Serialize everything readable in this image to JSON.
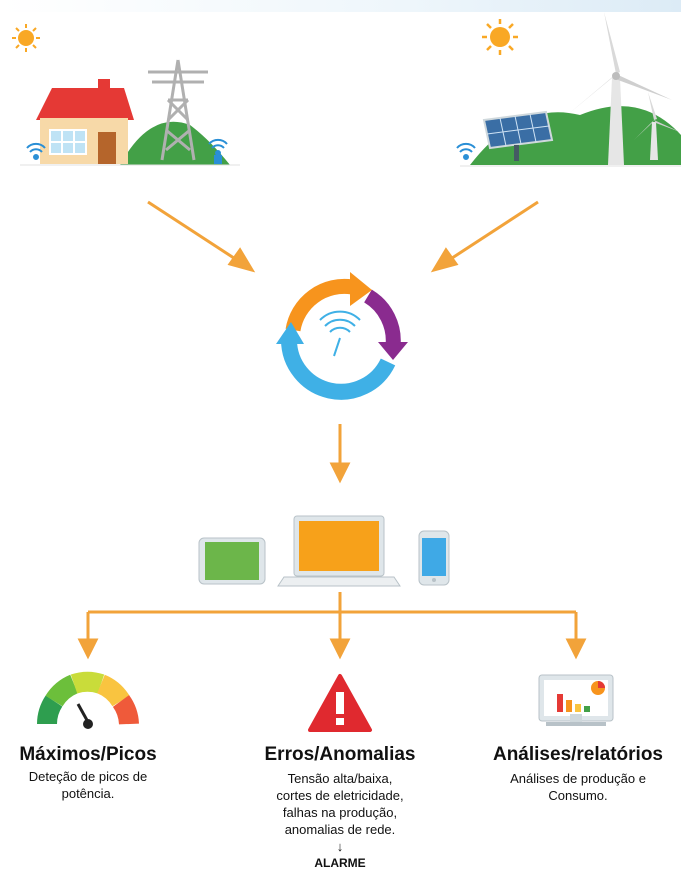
{
  "outputs": [
    {
      "title": "Máximos/Picos",
      "description": [
        "Deteção de picos de",
        "potência."
      ]
    },
    {
      "title": "Erros/Anomalias",
      "description": [
        "Tensão alta/baixa,",
        "cortes de eletricidade,",
        "falhas na produção,",
        "anomalias de rede."
      ],
      "arrow": "↓",
      "alarm": "ALARME"
    },
    {
      "title": "Análises/relatórios",
      "description": [
        "Análises de produção e",
        "Consumo."
      ]
    }
  ],
  "colors": {
    "arrow": "#f2a33a",
    "orange": "#f7941d",
    "purple": "#8a2b8f",
    "blue": "#3fb0e6",
    "roof": "#e53935",
    "alert": "#e0292f",
    "hill": "#43a047"
  },
  "icons": [
    "sun-icon",
    "house-icon",
    "pylon-icon",
    "wifi-icon",
    "solar-panel-icon",
    "wind-turbine-icon",
    "sync-cycle-icon",
    "tablet-icon",
    "laptop-icon",
    "phone-icon",
    "gauge-icon",
    "warning-icon",
    "report-monitor-icon"
  ]
}
